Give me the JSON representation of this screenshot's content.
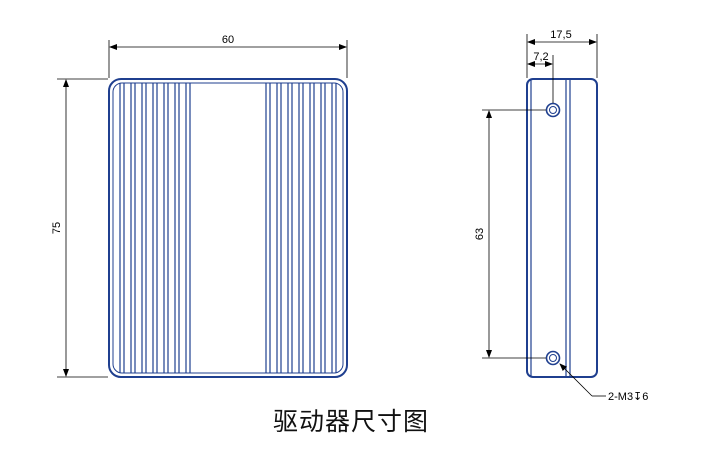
{
  "front_view": {
    "width_label": "60",
    "height_label": "75"
  },
  "side_view": {
    "depth_label": "17,5",
    "hole_offset_label": "7,2",
    "hole_spacing_label": "63",
    "hole_callout": "2-M3↧6"
  },
  "caption": "驱动器尺寸图",
  "colors": {
    "outline": "#1f3f8f",
    "dimension": "#000000"
  }
}
